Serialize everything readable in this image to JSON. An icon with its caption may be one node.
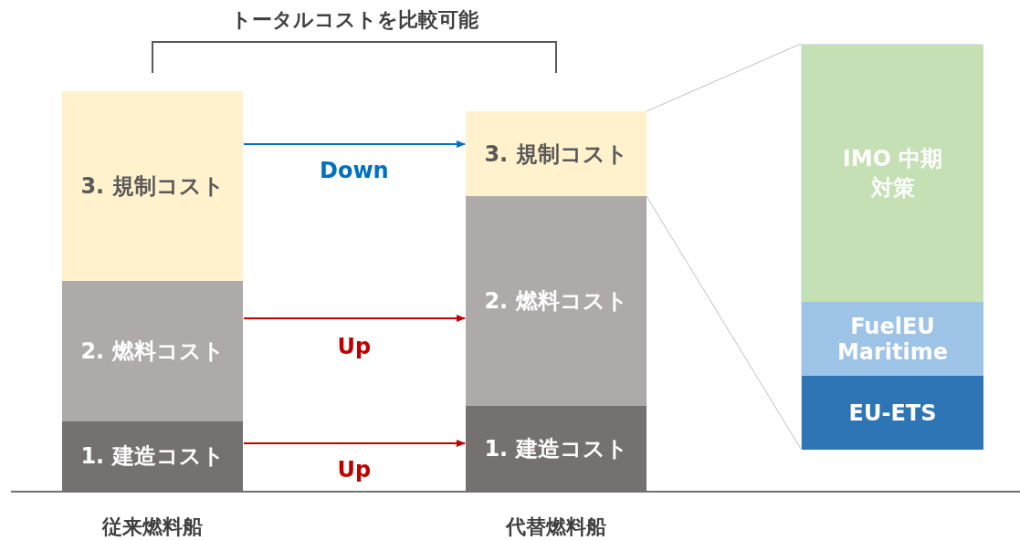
{
  "diagram": {
    "nodes": [
      {
        "text": [
          "3. 規制コスト"
        ]
      },
      {
        "text": [
          "2. 燃料コスト"
        ]
      },
      {
        "text": [
          "1. 建造コスト"
        ]
      },
      {
        "text": [
          "3. 規制コスト"
        ]
      },
      {
        "text": [
          "2. 燃料コスト"
        ]
      },
      {
        "text": [
          "1. 建造コスト"
        ]
      },
      {
        "text": [],
        "shape": "bar"
      },
      {
        "text": [
          "IMO 中期対策"
        ],
        "in": 6
      },
      {
        "text": [
          "FuelEU Maritime"
        ],
        "in": 6
      },
      {
        "text": [
          "EU-ETS"
        ],
        "in": 6
      }
    ],
    "edges": [
      {
        "from": 0,
        "to": 3,
        "arrow": "to",
        "label": "Down",
        "color": "#0070c0"
      },
      {
        "from": 1,
        "to": 4,
        "arrow": "to",
        "label": "Up",
        "color": "#c00000"
      },
      {
        "from": 2,
        "to": 5,
        "arrow": "to",
        "label": "Up",
        "color": "#c00000"
      },
      {
        "from": 3,
        "to": 6,
        "arrow": "none",
        "color": "#bfbfbf"
      },
      {
        "from": 3,
        "to": 6,
        "arrow": "none",
        "color": "#bfbfbf"
      }
    ],
    "labels": [
      "トータルコストを比較可能",
      "従来燃料船",
      "代替燃料船"
    ]
  }
}
